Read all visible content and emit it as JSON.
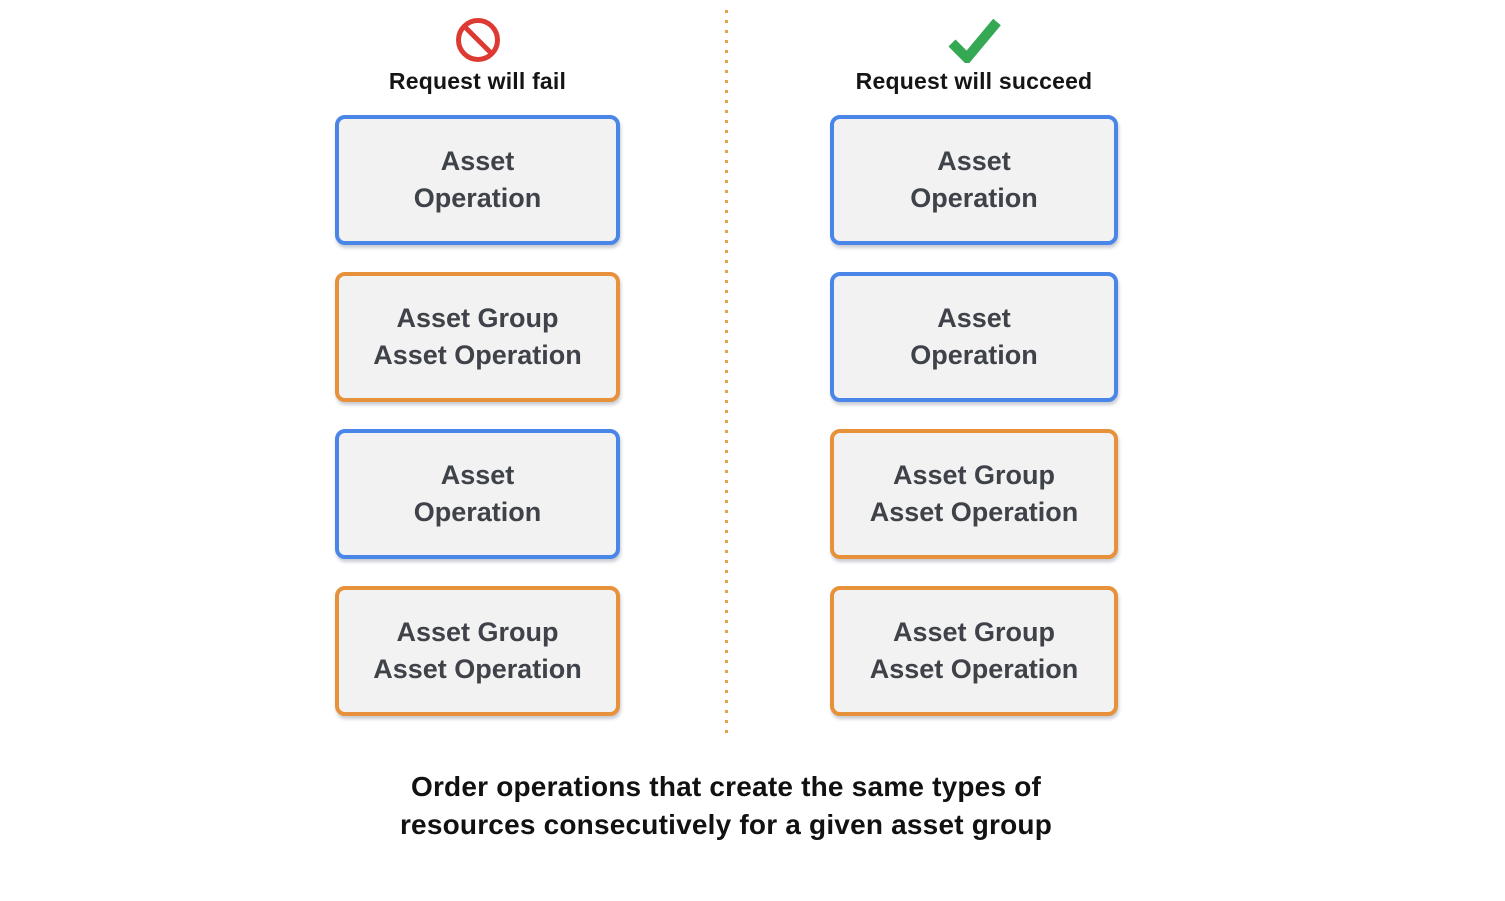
{
  "diagram": {
    "columns": [
      {
        "id": "fail",
        "icon": "prohibition-icon",
        "title": "Request will fail",
        "boxes": [
          {
            "label": "Asset\nOperation",
            "type": "asset-operation"
          },
          {
            "label": "Asset Group\nAsset Operation",
            "type": "asset-group-asset-operation"
          },
          {
            "label": "Asset\nOperation",
            "type": "asset-operation"
          },
          {
            "label": "Asset Group\nAsset Operation",
            "type": "asset-group-asset-operation"
          }
        ]
      },
      {
        "id": "succeed",
        "icon": "checkmark-icon",
        "title": "Request will succeed",
        "boxes": [
          {
            "label": "Asset\nOperation",
            "type": "asset-operation"
          },
          {
            "label": "Asset\nOperation",
            "type": "asset-operation"
          },
          {
            "label": "Asset Group\nAsset Operation",
            "type": "asset-group-asset-operation"
          },
          {
            "label": "Asset Group\nAsset Operation",
            "type": "asset-group-asset-operation"
          }
        ]
      }
    ],
    "caption": "Order operations that create the same types of\nresources consecutively for a given asset group",
    "colors": {
      "asset_operation_border": "#4A86E8",
      "asset_group_border": "#E8913B",
      "box_fill": "#F2F2F2",
      "box_text": "#3F4349",
      "fail_icon": "#DC3A32",
      "succeed_icon": "#34A853",
      "divider_dots": "#E8A04A"
    }
  }
}
